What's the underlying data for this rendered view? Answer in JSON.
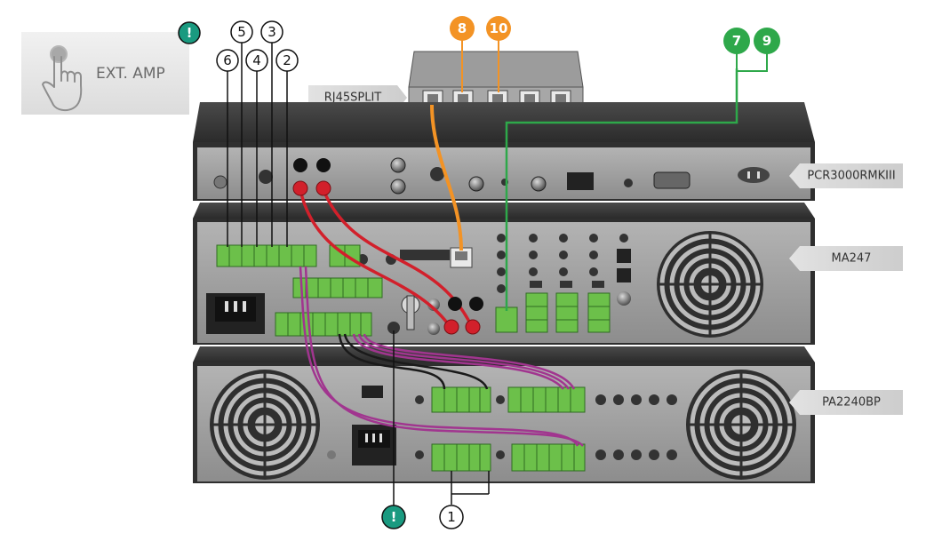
{
  "ext_amp": {
    "label": "EXT. AMP",
    "icon": "hand-pointer-icon"
  },
  "badges": {
    "b6": "6",
    "b5": "5",
    "b4": "4",
    "b3": "3",
    "b2": "2",
    "b8": "8",
    "b10": "10",
    "b7": "7",
    "b9": "9",
    "b1": "1",
    "alert_top": "!",
    "alert_bottom": "!"
  },
  "devices": {
    "splitter": "RJ45SPLIT",
    "pcr": "PCR3000RMKIII",
    "ma": "MA247",
    "pa": "PA2240BP"
  },
  "colors": {
    "orange": "#f39325",
    "green": "#2ea84a",
    "teal": "#1a9a80",
    "magenta": "#a1358f",
    "red": "#d2202b",
    "chassis": "#3a3a3a",
    "panel": "#9a9a9a",
    "terminal": "#6cc04a"
  }
}
